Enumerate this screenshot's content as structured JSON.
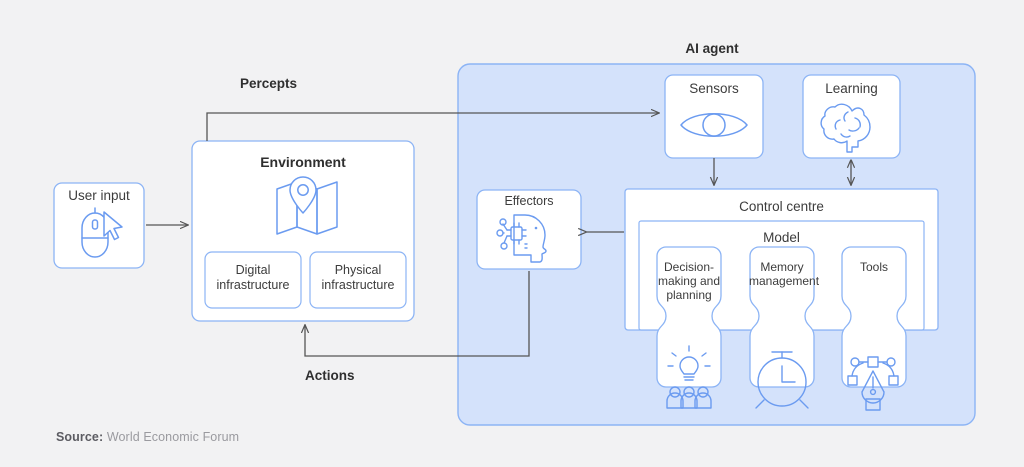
{
  "diagram": {
    "title_ai_agent": "AI agent",
    "flow_labels": {
      "percepts": "Percepts",
      "actions": "Actions"
    },
    "nodes": {
      "user_input": {
        "label": "User input",
        "icon": "mouse-cursor-icon"
      },
      "environment": {
        "label": "Environment",
        "icon": "map-pin-icon",
        "children": [
          {
            "label": "Digital infrastructure"
          },
          {
            "label": "Physical infrastructure"
          }
        ]
      },
      "sensors": {
        "label": "Sensors",
        "icon": "eye-icon"
      },
      "learning": {
        "label": "Learning",
        "icon": "brain-icon"
      },
      "effectors": {
        "label": "Effectors",
        "icon": "ai-head-circuit-icon"
      },
      "control_centre": {
        "label": "Control centre"
      },
      "model": {
        "label": "Model",
        "items": [
          {
            "label": "Decision-making and planning",
            "icon": "lightbulb-people-icon"
          },
          {
            "label": "Memory management",
            "icon": "alarm-clock-icon"
          },
          {
            "label": "Tools",
            "icon": "pen-tool-icon"
          }
        ]
      }
    },
    "connections": [
      {
        "from": "user_input",
        "to": "environment",
        "style": "arrow"
      },
      {
        "from": "environment",
        "to": "sensors",
        "style": "arrow",
        "label": "Percepts"
      },
      {
        "from": "sensors",
        "to": "control_centre",
        "style": "arrow"
      },
      {
        "from": "learning",
        "to": "control_centre",
        "style": "double-arrow"
      },
      {
        "from": "control_centre",
        "to": "effectors",
        "style": "arrow"
      },
      {
        "from": "effectors",
        "to": "environment",
        "style": "arrow",
        "label": "Actions"
      }
    ]
  },
  "footer": {
    "source_label": "Source:",
    "source_value": "World Economic Forum"
  },
  "colors": {
    "background": "#f2f2f3",
    "panel_fill": "#d4e2fb",
    "panel_border": "#8cb4f5",
    "box_border": "#8cb4f5",
    "box_fill": "#ffffff",
    "icon_stroke": "#6b9bf0",
    "arrow": "#555555",
    "text": "#3c3c3c"
  }
}
